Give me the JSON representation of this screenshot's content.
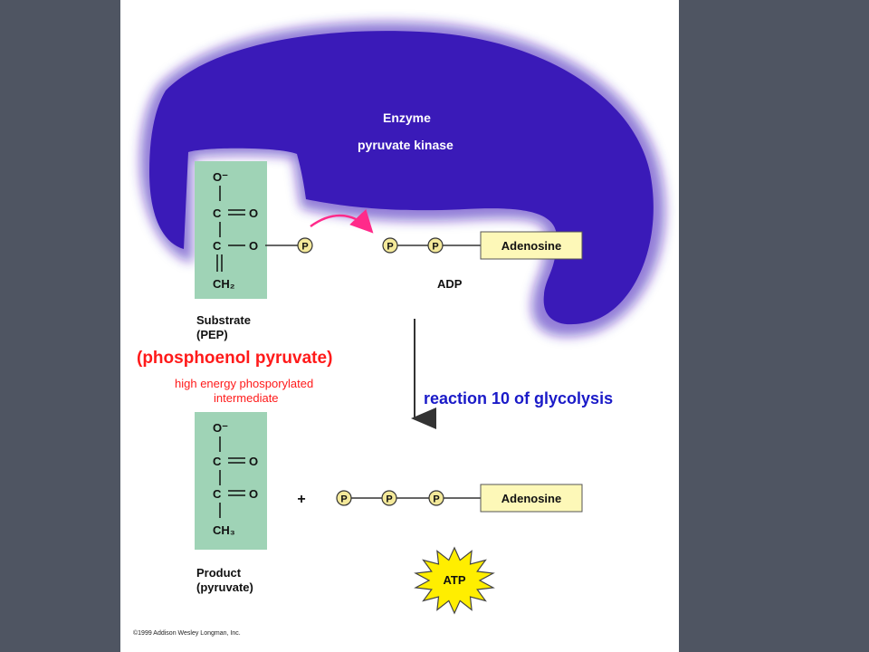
{
  "enzyme": {
    "title": "Enzyme",
    "name": "pyruvate kinase"
  },
  "substrate": {
    "atoms": {
      "o_minus": "O⁻",
      "c1": "C",
      "o1": "O",
      "c2": "C",
      "o2": "O",
      "ch2": "CH₂",
      "p": "P"
    },
    "label_line1": "Substrate",
    "label_line2": "(PEP)",
    "full_name": "(phosphoenol pyruvate)",
    "note_line1": "high energy phosporylated",
    "note_line2": "intermediate"
  },
  "adp": {
    "p": "P",
    "base": "Adenosine",
    "label": "ADP"
  },
  "reaction": {
    "label": "reaction 10 of glycolysis"
  },
  "product": {
    "atoms": {
      "o_minus": "O⁻",
      "c1": "C",
      "o1": "O",
      "c2": "C",
      "o2": "O",
      "ch3": "CH₃"
    },
    "label_line1": "Product",
    "label_line2": "(pyruvate)"
  },
  "atp": {
    "plus": "+",
    "p": "P",
    "base": "Adenosine",
    "burst_label": "ATP"
  },
  "copyright": "©1999 Addison Wesley Longman, Inc.",
  "colors": {
    "enzyme": "#3a1ab8",
    "molecule_box": "#9fd3b6",
    "adenosine_box": "#fdf8b8",
    "phosphate": "#f4e99a",
    "atp_burst": "#ffee00",
    "red_text": "#ff1a1a",
    "blue_text": "#1a1ac8",
    "arrow_pink": "#ff2a8a"
  }
}
